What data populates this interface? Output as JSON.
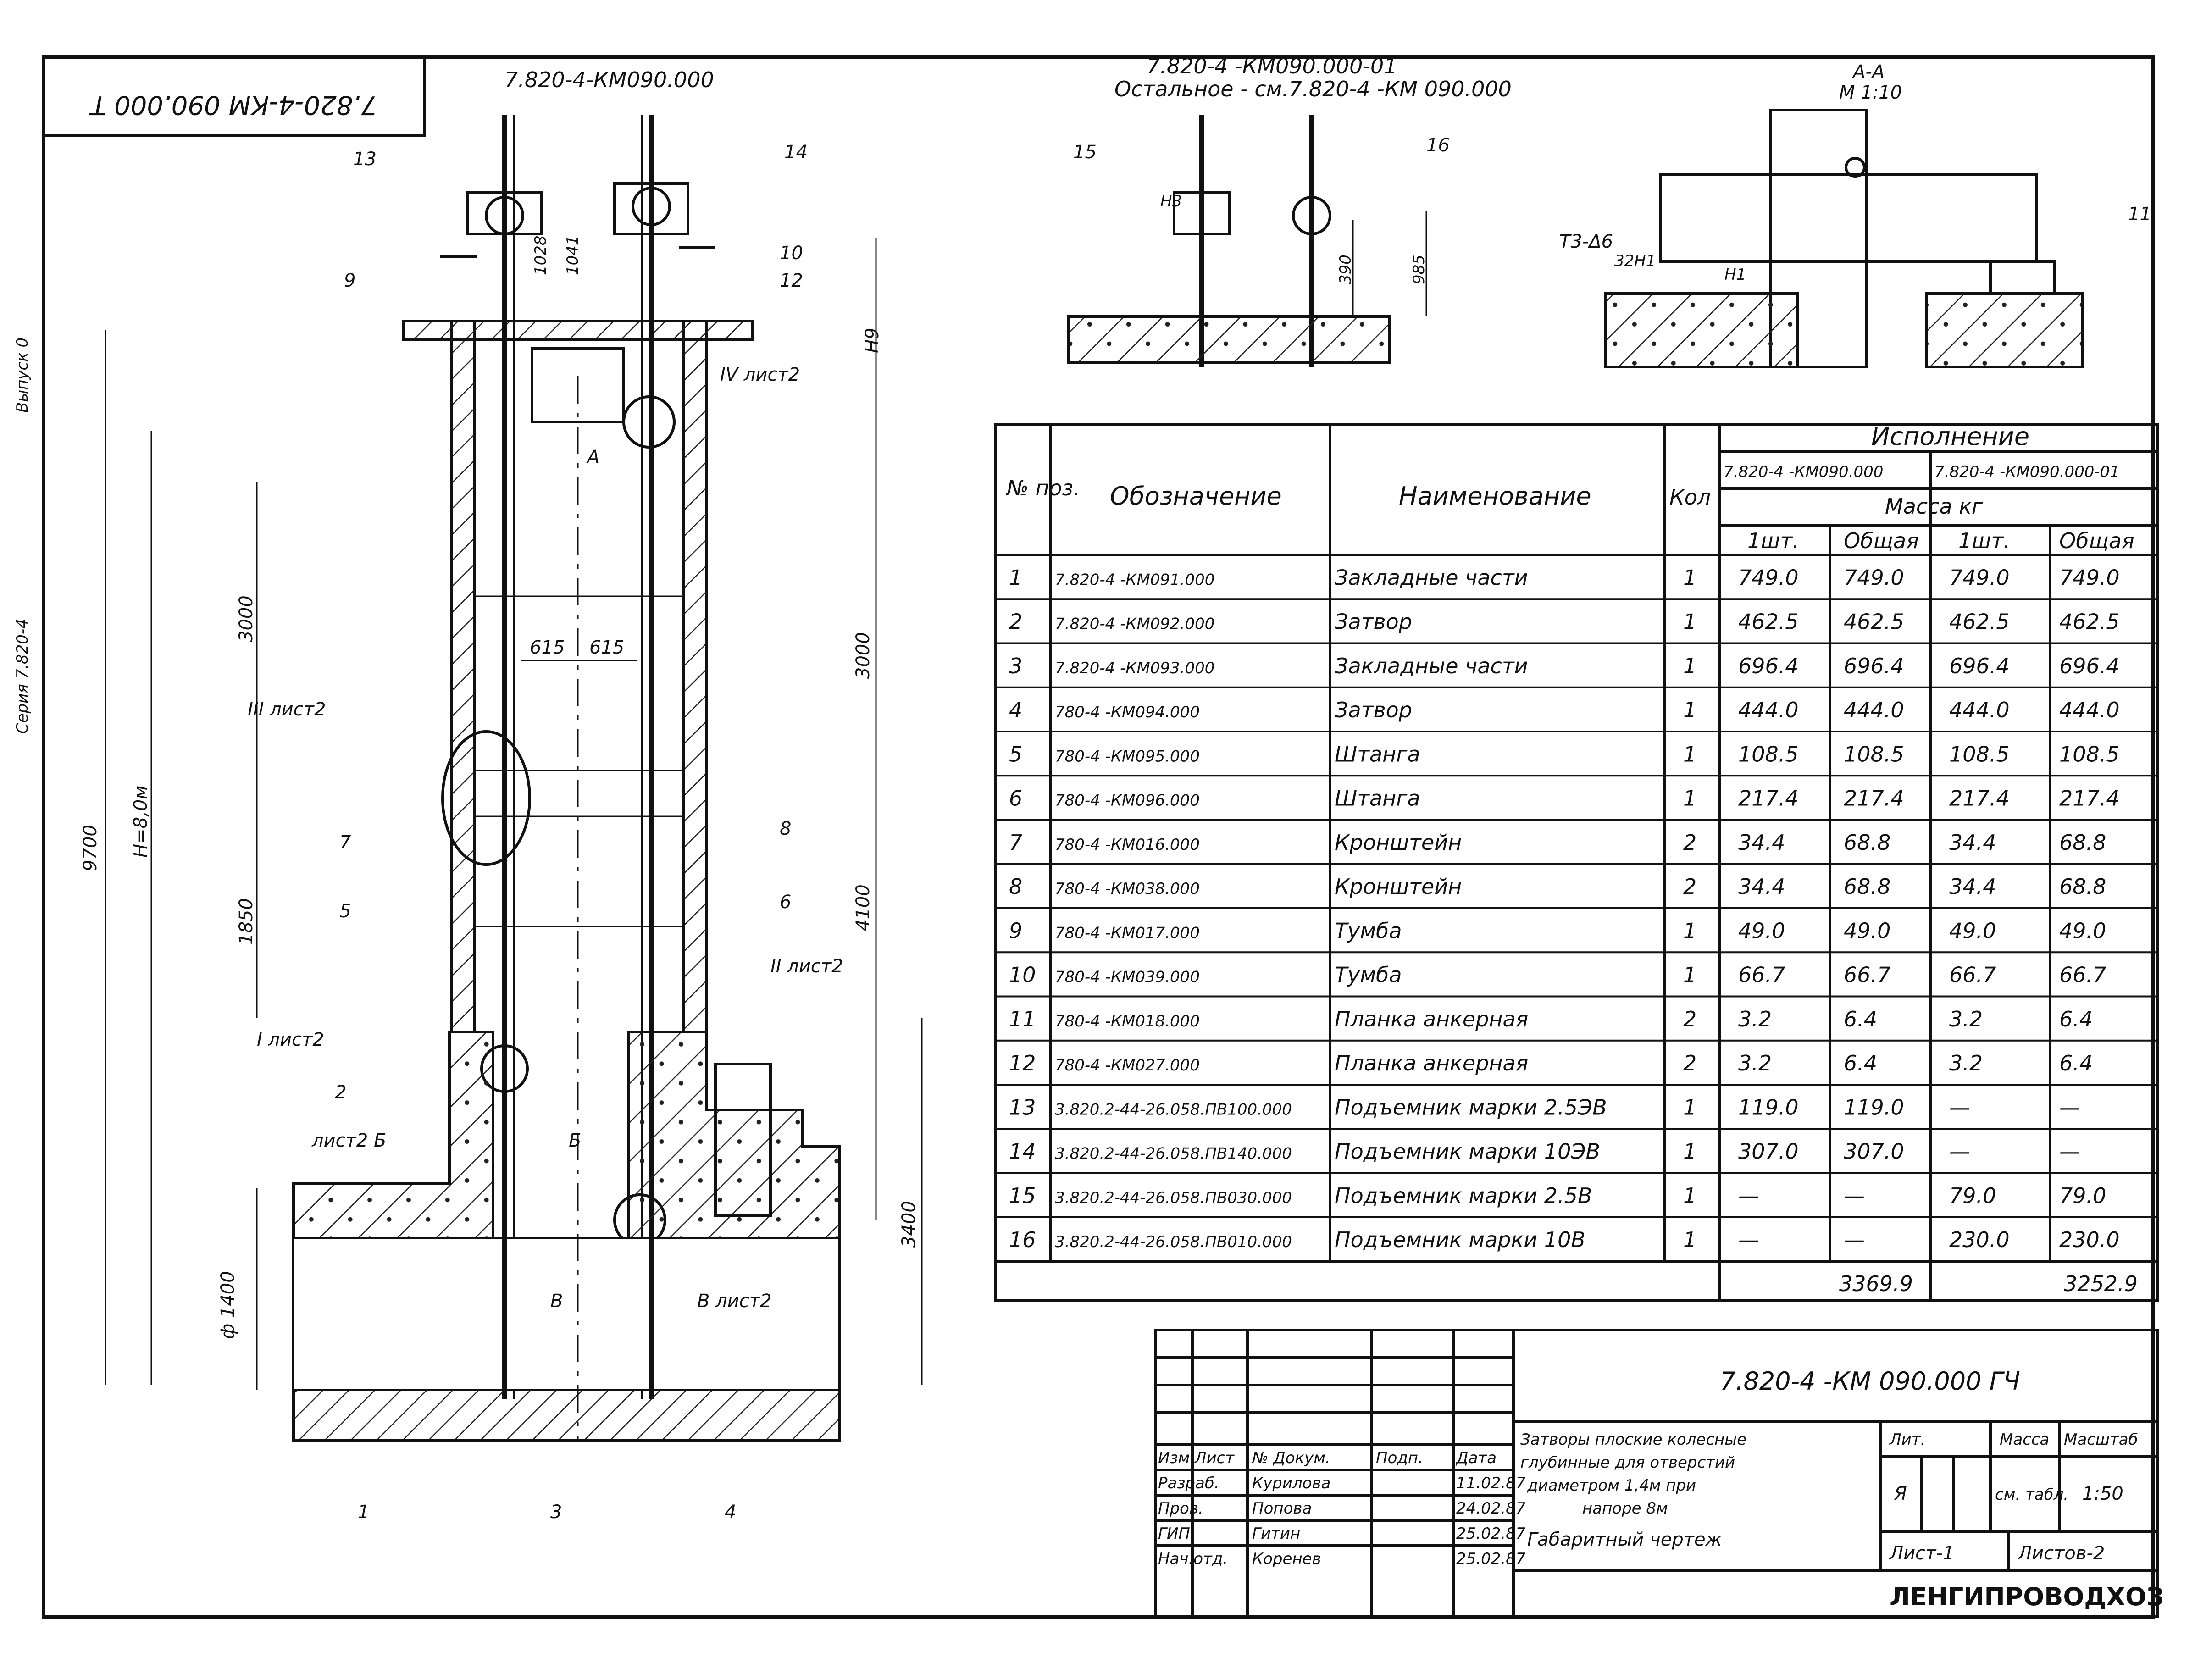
{
  "sheet": {
    "corner_stamp": "7.820-4-КМ 090.000 Т",
    "top_drawing_number": "7.820-4-КМ090.000",
    "variant_number": "7.820-4 -КМ090.000-01",
    "variant_note": "Остальное - см.7.820-4 -КМ 090.000",
    "side_stamp_1": "Серия 7.820-4",
    "side_stamp_2": "Выпуск 0"
  },
  "main_view": {
    "dims": {
      "h9": "Н9",
      "total_9700": "9700",
      "h8": "Н=8,0м",
      "d3000_left": "3000",
      "d3000_right": "3000",
      "d1850": "1850",
      "d4100": "4100",
      "d3400": "3400",
      "d615a": "615",
      "d615b": "615",
      "d1028": "1028",
      "d1041": "1041",
      "d1400": "ф 1400"
    },
    "callouts": {
      "c13": "13",
      "c14": "14",
      "c9": "9",
      "c10": "10",
      "c12": "12",
      "c7": "7",
      "c8": "8",
      "c5": "5",
      "c6": "6",
      "c2": "2",
      "c1": "1",
      "c3": "3",
      "c4": "4"
    },
    "sheet_refs": {
      "iv": "IV лист2",
      "iii": "III лист2",
      "i": "I лист2",
      "ii": "II лист2",
      "b_left": "лист2 Б",
      "b_center": "Б",
      "v_center": "В",
      "v_right": "В лист2"
    },
    "section_marks": {
      "a_mark": "А"
    }
  },
  "detail_view": {
    "callouts": {
      "c15": "15",
      "c16": "16"
    },
    "dims": {
      "d390": "390",
      "d985": "985"
    },
    "n3": "Н3"
  },
  "section_aa": {
    "title": "А-А",
    "scale": "М 1:10",
    "callout": "11",
    "weld_left": "Т3-Δ6",
    "weld_mid": "32Н1",
    "n1": "Н1"
  },
  "spec_table": {
    "headers": {
      "pos": "№ поз.",
      "designation": "Обозначение",
      "name": "Наименование",
      "qty": "Кол",
      "execution": "Исполнение",
      "exec1": "7.820-4 -КМ090.000",
      "exec2": "7.820-4 -КМ090.000-01",
      "mass": "Масса кг",
      "unit1": "1шт.",
      "total1": "Общая",
      "unit2": "1шт.",
      "total2": "Общая"
    },
    "rows": [
      {
        "pos": "1",
        "des": "7.820-4 -КМ091.000",
        "name": "Закладные части",
        "qty": "1",
        "u1": "749.0",
        "t1": "749.0",
        "u2": "749.0",
        "t2": "749.0"
      },
      {
        "pos": "2",
        "des": "7.820-4 -КМ092.000",
        "name": "Затвор",
        "qty": "1",
        "u1": "462.5",
        "t1": "462.5",
        "u2": "462.5",
        "t2": "462.5"
      },
      {
        "pos": "3",
        "des": "7.820-4 -КМ093.000",
        "name": "Закладные части",
        "qty": "1",
        "u1": "696.4",
        "t1": "696.4",
        "u2": "696.4",
        "t2": "696.4"
      },
      {
        "pos": "4",
        "des": "780-4 -КМ094.000",
        "name": "Затвор",
        "qty": "1",
        "u1": "444.0",
        "t1": "444.0",
        "u2": "444.0",
        "t2": "444.0"
      },
      {
        "pos": "5",
        "des": "780-4 -КМ095.000",
        "name": "Штанга",
        "qty": "1",
        "u1": "108.5",
        "t1": "108.5",
        "u2": "108.5",
        "t2": "108.5"
      },
      {
        "pos": "6",
        "des": "780-4 -КМ096.000",
        "name": "Штанга",
        "qty": "1",
        "u1": "217.4",
        "t1": "217.4",
        "u2": "217.4",
        "t2": "217.4"
      },
      {
        "pos": "7",
        "des": "780-4 -КМ016.000",
        "name": "Кронштейн",
        "qty": "2",
        "u1": "34.4",
        "t1": "68.8",
        "u2": "34.4",
        "t2": "68.8"
      },
      {
        "pos": "8",
        "des": "780-4 -КМ038.000",
        "name": "Кронштейн",
        "qty": "2",
        "u1": "34.4",
        "t1": "68.8",
        "u2": "34.4",
        "t2": "68.8"
      },
      {
        "pos": "9",
        "des": "780-4 -КМ017.000",
        "name": "Тумба",
        "qty": "1",
        "u1": "49.0",
        "t1": "49.0",
        "u2": "49.0",
        "t2": "49.0"
      },
      {
        "pos": "10",
        "des": "780-4 -КМ039.000",
        "name": "Тумба",
        "qty": "1",
        "u1": "66.7",
        "t1": "66.7",
        "u2": "66.7",
        "t2": "66.7"
      },
      {
        "pos": "11",
        "des": "780-4 -КМ018.000",
        "name": "Планка анкерная",
        "qty": "2",
        "u1": "3.2",
        "t1": "6.4",
        "u2": "3.2",
        "t2": "6.4"
      },
      {
        "pos": "12",
        "des": "780-4 -КМ027.000",
        "name": "Планка анкерная",
        "qty": "2",
        "u1": "3.2",
        "t1": "6.4",
        "u2": "3.2",
        "t2": "6.4"
      },
      {
        "pos": "13",
        "des": "3.820.2-44-26.058.ПВ100.000",
        "name": "Подъемник марки 2.5ЭВ",
        "qty": "1",
        "u1": "119.0",
        "t1": "119.0",
        "u2": "—",
        "t2": "—"
      },
      {
        "pos": "14",
        "des": "3.820.2-44-26.058.ПВ140.000",
        "name": "Подъемник марки 10ЭВ",
        "qty": "1",
        "u1": "307.0",
        "t1": "307.0",
        "u2": "—",
        "t2": "—"
      },
      {
        "pos": "15",
        "des": "3.820.2-44-26.058.ПВ030.000",
        "name": "Подъемник марки 2.5В",
        "qty": "1",
        "u1": "—",
        "t1": "—",
        "u2": "79.0",
        "t2": "79.0"
      },
      {
        "pos": "16",
        "des": "3.820.2-44-26.058.ПВ010.000",
        "name": "Подъемник марки 10В",
        "qty": "1",
        "u1": "—",
        "t1": "—",
        "u2": "230.0",
        "t2": "230.0"
      }
    ],
    "totals": {
      "t1": "3369.9",
      "t2": "3252.9"
    }
  },
  "title_block": {
    "doc_number": "7.820-4 -КМ 090.000 ГЧ",
    "title_line1": "Затворы плоские колесные",
    "title_line2": "глубинные для отверстий",
    "title_line3": "диаметром 1,4м при",
    "title_line4": "напоре 8м",
    "title_line5": "Габаритный чертеж",
    "lit_label": "Лит.",
    "mass_label": "Масса",
    "scale_label": "Масштаб",
    "lit_value": "Я",
    "mass_value": "см. табл.",
    "scale_value": "1:50",
    "sheet_label": "Лист-1",
    "sheets_label": "Листов-2",
    "org": "ЛЕНГИПРОВОДХОЗ",
    "sign_header": [
      "Изм.",
      "Лист",
      "№ Докум.",
      "Подп.",
      "Дата"
    ],
    "signers": [
      {
        "role": "Разраб.",
        "name": "Курилова",
        "date": "11.02.87"
      },
      {
        "role": "Пров.",
        "name": "Попова",
        "date": "24.02.87"
      },
      {
        "role": "ГИП",
        "name": "Гитин",
        "date": "25.02.87"
      },
      {
        "role": "Нач.отд.",
        "name": "Коренев",
        "date": "25.02.87"
      }
    ]
  }
}
